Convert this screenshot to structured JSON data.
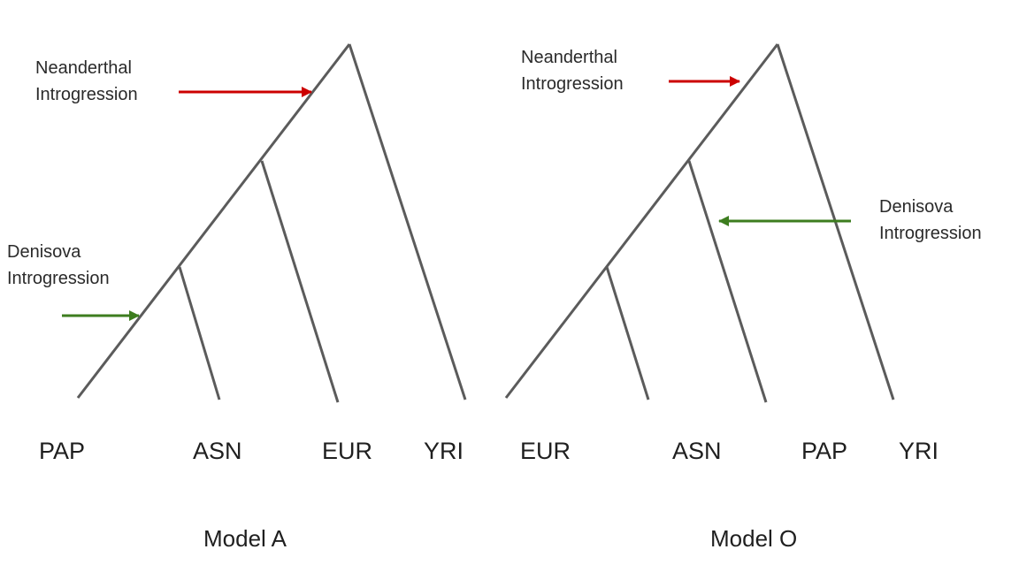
{
  "colors": {
    "tree_line": "#5b5b5b",
    "neanderthal_arrow": "#cc0000",
    "denisova_arrow": "#3d7d1f",
    "text": "#1f1f1f"
  },
  "model_a": {
    "title": "Model A",
    "leaves": [
      "PAP",
      "ASN",
      "EUR",
      "YRI"
    ],
    "neanderthal_note": [
      "Neanderthal",
      "Introgression"
    ],
    "denisova_note": [
      "Denisova",
      "Introgression"
    ]
  },
  "model_o": {
    "title": "Model O",
    "leaves": [
      "EUR",
      "ASN",
      "PAP",
      "YRI"
    ],
    "neanderthal_note": [
      "Neanderthal",
      "Introgression"
    ],
    "denisova_note": [
      "Denisova",
      "Introgression"
    ]
  }
}
